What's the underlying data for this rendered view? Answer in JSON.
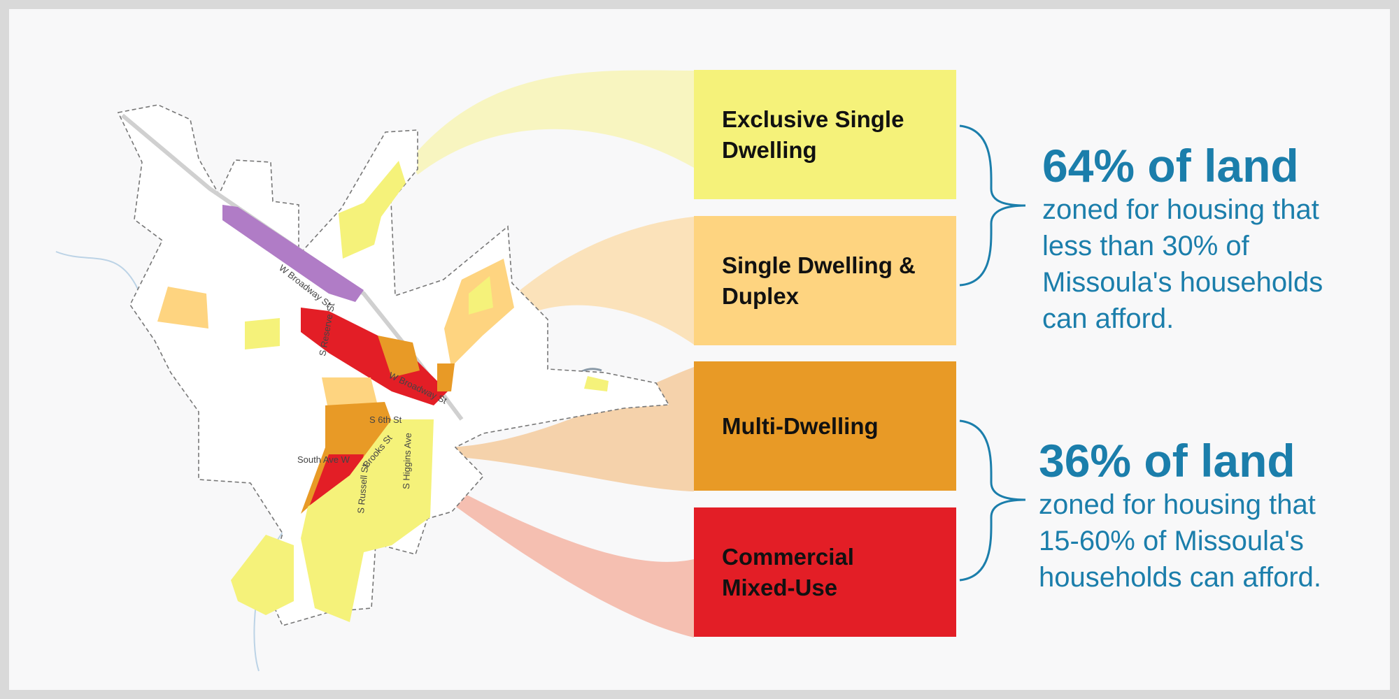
{
  "categories": [
    {
      "label": "Exclusive Single\nDwelling",
      "color": "#f5f27a"
    },
    {
      "label": "Single Dwelling &\nDuplex",
      "color": "#fed480"
    },
    {
      "label": "Multi-Dwelling",
      "color": "#e89a26"
    },
    {
      "label": "Commercial\nMixed-Use",
      "color": "#e31e26"
    }
  ],
  "stats": [
    {
      "headline": "64% of land",
      "body": "zoned for housing that\nless than 30% of\nMissoula's households\ncan afford."
    },
    {
      "headline": "36% of land",
      "body": "zoned for housing that\n15-60% of Missoula's\nhouseholds can afford."
    }
  ],
  "map": {
    "streets": [
      "W Broadway St",
      "S Reserve St",
      "W Broadway St",
      "S 6th St",
      "South Ave W",
      "Brooks St",
      "S Russell St",
      "S Higgins Ave"
    ]
  },
  "colors": {
    "accent_blue": "#1b7eab",
    "purple_zone": "#b07cc6"
  }
}
